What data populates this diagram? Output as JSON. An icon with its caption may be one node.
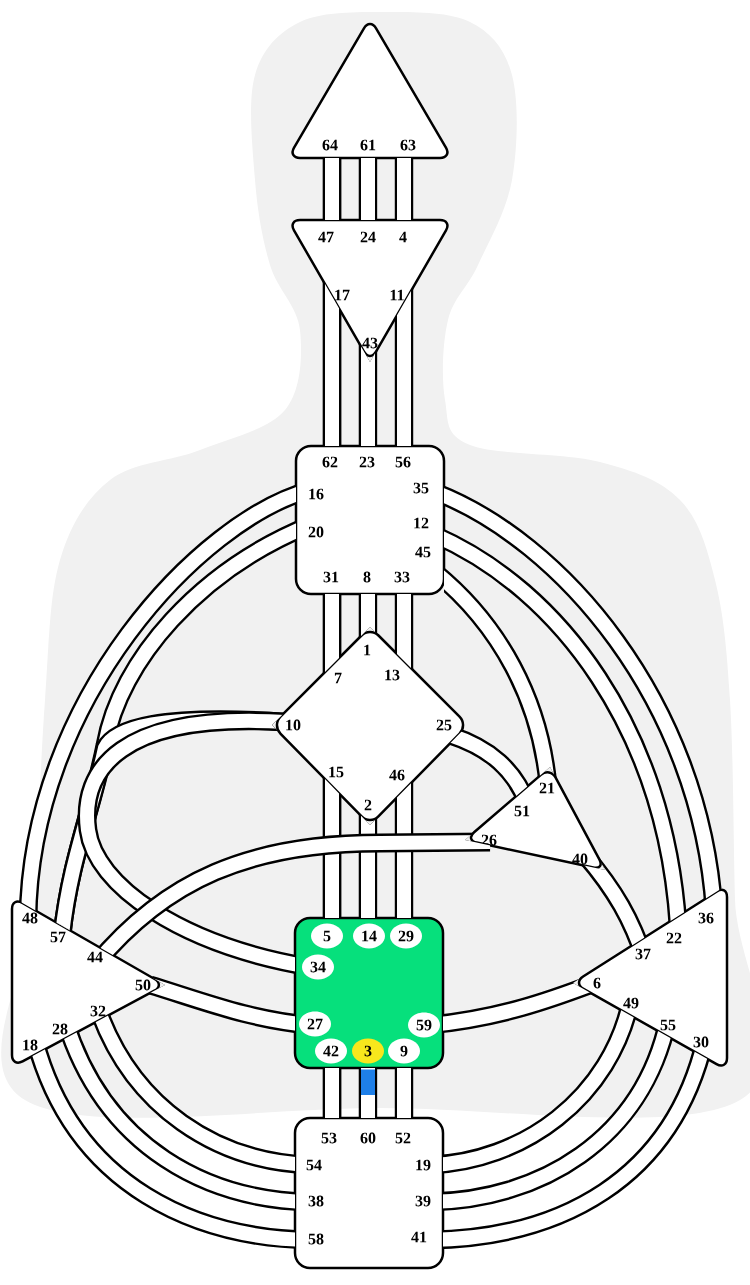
{
  "diagram": {
    "nodes": [
      {
        "text": [
          "64",
          "61",
          "63"
        ]
      },
      {
        "text": [
          "47",
          "24",
          "4",
          "17",
          "11",
          "43"
        ]
      },
      {
        "text": [
          "62",
          "23",
          "56",
          "16",
          "35",
          "20",
          "12",
          "45",
          "31",
          "8",
          "33"
        ]
      },
      {
        "text": [
          "1",
          "7",
          "13",
          "10",
          "25",
          "15",
          "46",
          "2"
        ]
      },
      {
        "text": [
          "21",
          "51",
          "26",
          "40"
        ]
      },
      {
        "text": [
          "48",
          "57",
          "44",
          "50",
          "32",
          "28",
          "18"
        ]
      },
      {
        "text": [
          "5",
          "14",
          "29",
          "34",
          "27",
          "59",
          "42",
          "3",
          "9"
        ]
      },
      {
        "text": [
          "36",
          "22",
          "37",
          "6",
          "49",
          "55",
          "30"
        ]
      },
      {
        "text": [
          "53",
          "60",
          "52",
          "54",
          "19",
          "38",
          "39",
          "58",
          "41"
        ]
      }
    ],
    "edges": [
      {
        "from": 0,
        "to": 1,
        "arrow": "none"
      },
      {
        "from": 0,
        "to": 1,
        "arrow": "none"
      },
      {
        "from": 0,
        "to": 1,
        "arrow": "none"
      },
      {
        "from": 1,
        "to": 2,
        "arrow": "none"
      },
      {
        "from": 1,
        "to": 2,
        "arrow": "none"
      },
      {
        "from": 1,
        "to": 2,
        "arrow": "none"
      },
      {
        "from": 2,
        "to": 3,
        "arrow": "none"
      },
      {
        "from": 2,
        "to": 3,
        "arrow": "none"
      },
      {
        "from": 2,
        "to": 3,
        "arrow": "none"
      },
      {
        "from": 3,
        "to": 6,
        "arrow": "none"
      },
      {
        "from": 3,
        "to": 6,
        "arrow": "none"
      },
      {
        "from": 3,
        "to": 6,
        "arrow": "none"
      },
      {
        "from": 6,
        "to": 8,
        "arrow": "none"
      },
      {
        "from": 6,
        "to": 8,
        "arrow": "none"
      },
      {
        "from": 6,
        "to": 8,
        "arrow": "none"
      },
      {
        "from": 2,
        "to": 5,
        "arrow": "none"
      },
      {
        "from": 2,
        "to": 5,
        "arrow": "none"
      },
      {
        "from": 3,
        "to": 5,
        "arrow": "none"
      },
      {
        "from": 3,
        "to": 6,
        "arrow": "none"
      },
      {
        "from": 2,
        "to": 7,
        "arrow": "none"
      },
      {
        "from": 2,
        "to": 7,
        "arrow": "none"
      },
      {
        "from": 2,
        "to": 4,
        "arrow": "none"
      },
      {
        "from": 3,
        "to": 4,
        "arrow": "none"
      },
      {
        "from": 5,
        "to": 4,
        "arrow": "none"
      },
      {
        "from": 5,
        "to": 6,
        "arrow": "none"
      },
      {
        "from": 5,
        "to": 8,
        "arrow": "none"
      },
      {
        "from": 5,
        "to": 8,
        "arrow": "none"
      },
      {
        "from": 5,
        "to": 8,
        "arrow": "none"
      },
      {
        "from": 6,
        "to": 7,
        "arrow": "none"
      },
      {
        "from": 4,
        "to": 7,
        "arrow": "none"
      },
      {
        "from": 7,
        "to": 8,
        "arrow": "none"
      },
      {
        "from": 7,
        "to": 8,
        "arrow": "none"
      },
      {
        "from": 7,
        "to": 8,
        "arrow": "none"
      }
    ]
  }
}
